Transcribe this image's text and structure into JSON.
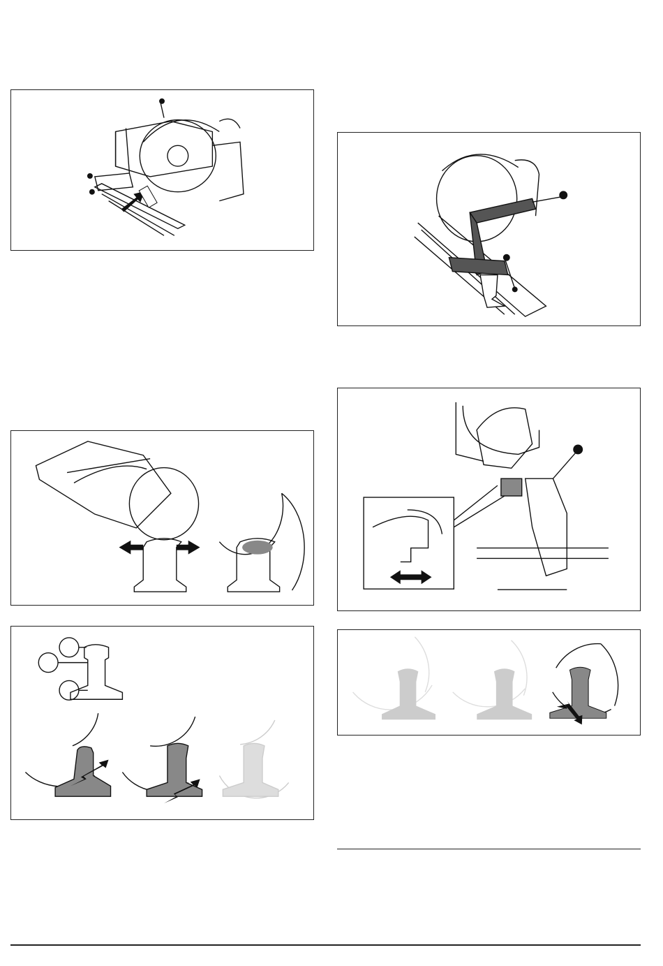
{
  "page": {
    "figures": [
      {
        "id": "fig-guide-rail-setup"
      },
      {
        "id": "fig-clamp-attach"
      },
      {
        "id": "fig-move-cutting-arm"
      },
      {
        "id": "fig-rail-head-cut"
      },
      {
        "id": "fig-rail-sections-cut-order"
      },
      {
        "id": "fig-rail-foot-cut"
      }
    ],
    "callouts": [
      "",
      "",
      ""
    ]
  }
}
